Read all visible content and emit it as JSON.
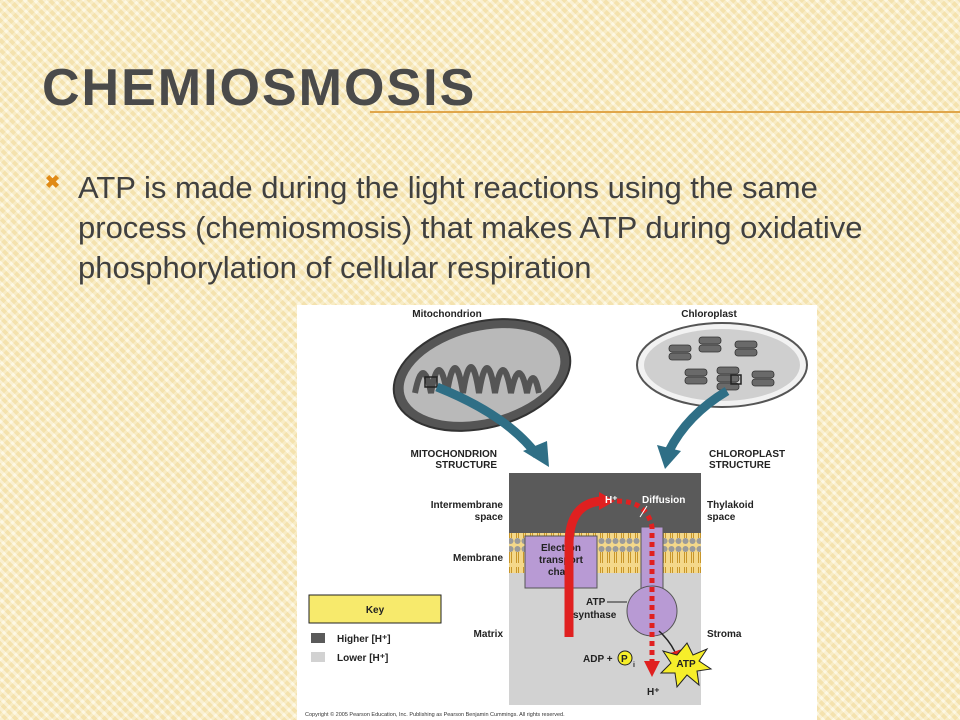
{
  "slide": {
    "title": "Chemiosmosis",
    "bullet": "ATP is made during the light reactions using the same process (chemiosmosis) that makes ATP during oxidative phosphorylation of cellular respiration",
    "bullet_icon": "x-bullet-icon"
  },
  "figure": {
    "mitochondrion": "Mitochondrion",
    "chloroplast": "Chloroplast",
    "mito_structure_1": "MITOCHONDRION",
    "mito_structure_2": "STRUCTURE",
    "chloro_structure_1": "CHLOROPLAST",
    "chloro_structure_2": "STRUCTURE",
    "intermembrane_1": "Intermembrane",
    "intermembrane_2": "space",
    "membrane": "Membrane",
    "matrix": "Matrix",
    "thylakoid_1": "Thylakoid",
    "thylakoid_2": "space",
    "stroma": "Stroma",
    "h_plus_top": "H⁺",
    "diffusion": "Diffusion",
    "etc_1": "Electron",
    "etc_2": "transport",
    "etc_3": "chain",
    "atp_synthase_1": "ATP",
    "atp_synthase_2": "synthase",
    "adp": "ADP +",
    "pi": "P",
    "pi_sub": "i",
    "atp": "ATP",
    "h_plus_bottom": "H⁺",
    "key_title": "Key",
    "key_higher": "Higher [H⁺]",
    "key_lower": "Lower [H⁺]",
    "copyright": "Copyright © 2005 Pearson Education, Inc. Publishing as Pearson Benjamin Cummings. All rights reserved.",
    "colors": {
      "higher": "#5a5a5a",
      "lower": "#d2d2d2",
      "membrane": "#e2b33a",
      "etc": "#b89ad4",
      "arrow_red": "#e02020",
      "blue_arrow": "#2f6f86",
      "atp_star": "#f6ee2a",
      "key_box": "#f7ea6c"
    }
  }
}
